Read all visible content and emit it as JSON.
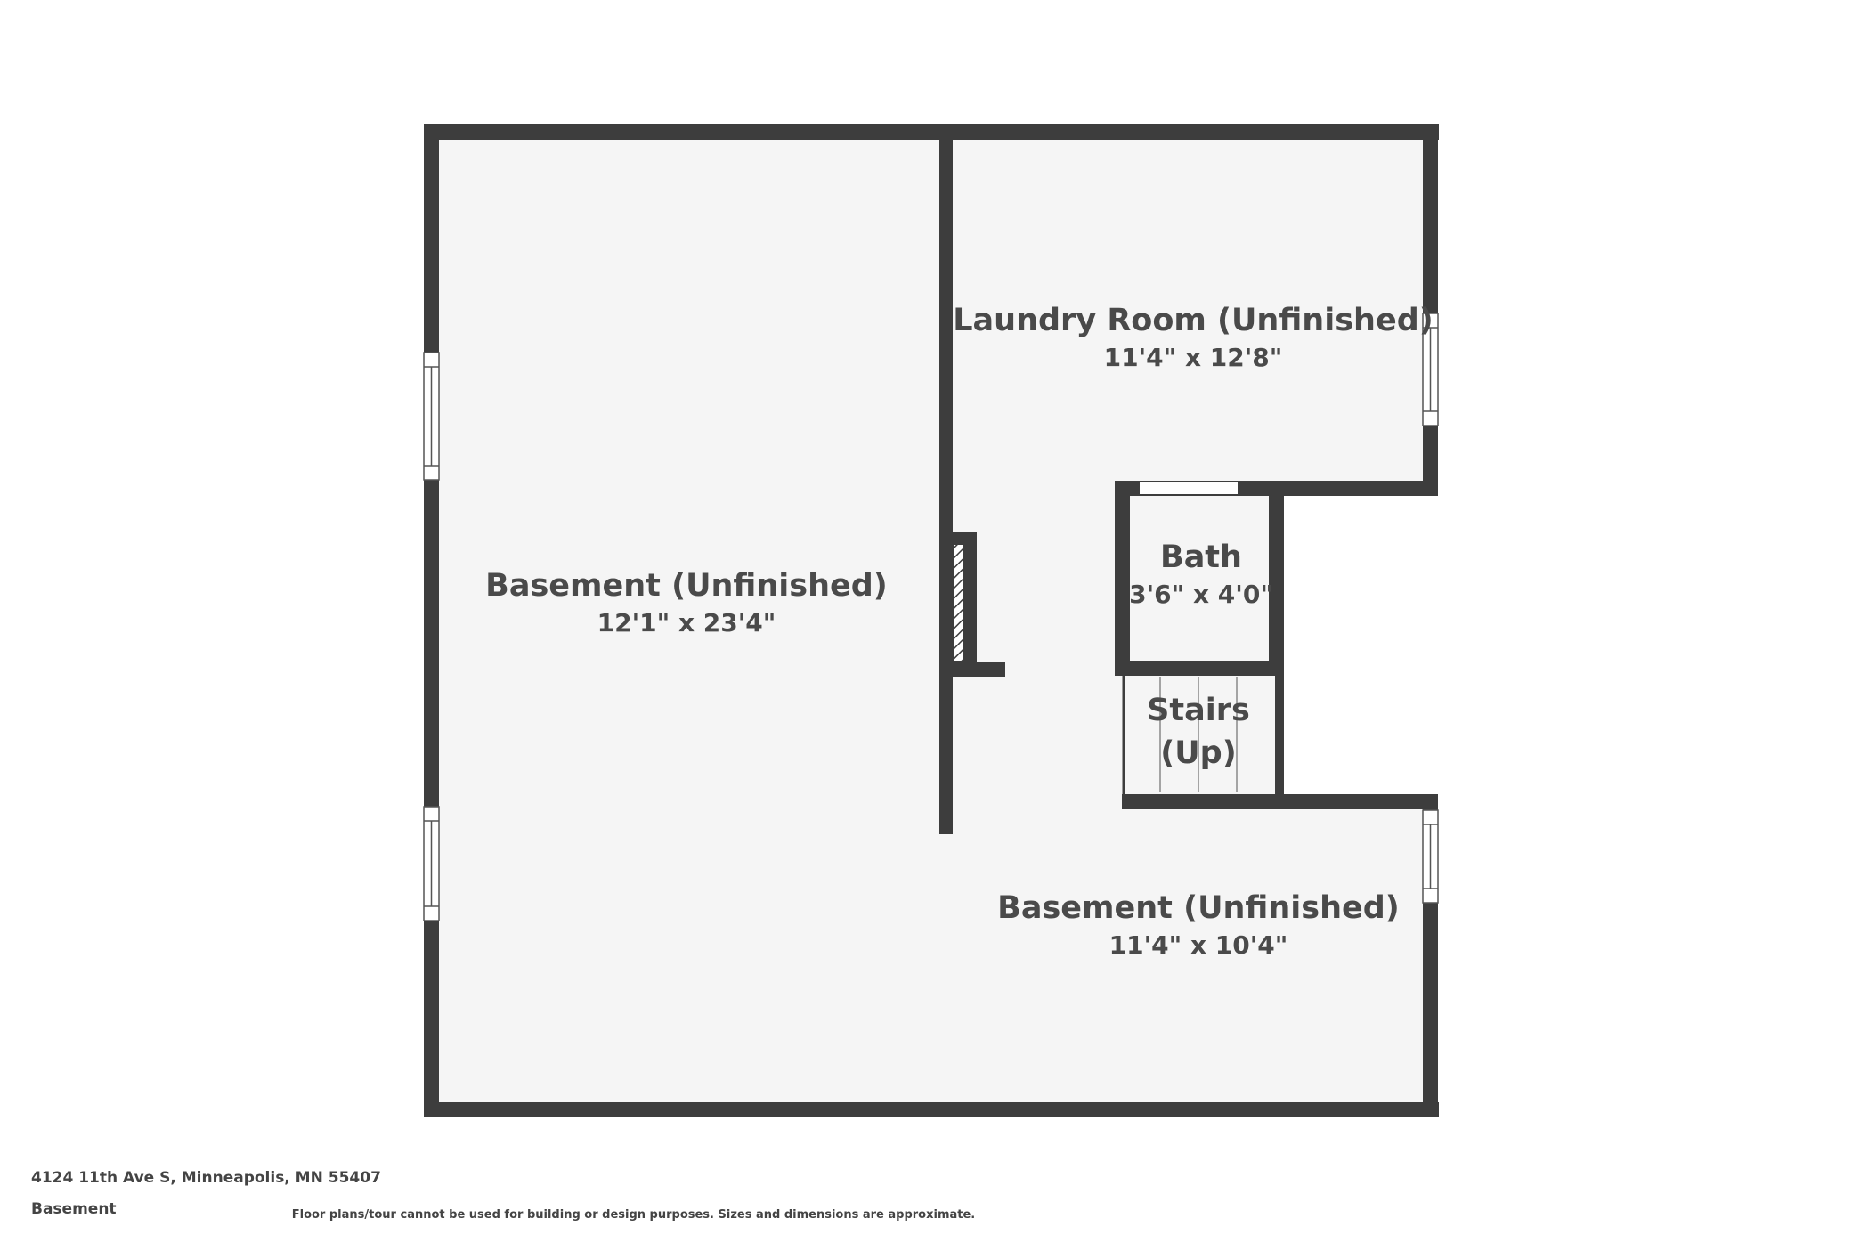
{
  "floorplan": {
    "rooms": [
      {
        "name": "Basement (Unfinished)",
        "dimensions": "12'1\" x 23'4\""
      },
      {
        "name": "Laundry Room (Unfinished)",
        "dimensions": "11'4\" x 12'8\""
      },
      {
        "name": "Bath",
        "dimensions": "3'6\" x 4'0\""
      },
      {
        "name": "Stairs",
        "name_line2": "(Up)"
      },
      {
        "name": "Basement (Unfinished)",
        "dimensions": "11'4\" x 10'4\""
      }
    ],
    "colors": {
      "wall": "#3d3d3d",
      "floor": "#f5f5f5",
      "window": "#ffffff",
      "text": "#4a4a4a"
    }
  },
  "footer": {
    "address": "4124 11th Ave S, Minneapolis, MN 55407",
    "floor": "Basement",
    "disclaimer": "Floor plans/tour cannot be used for building or design purposes. Sizes and dimensions are approximate."
  }
}
